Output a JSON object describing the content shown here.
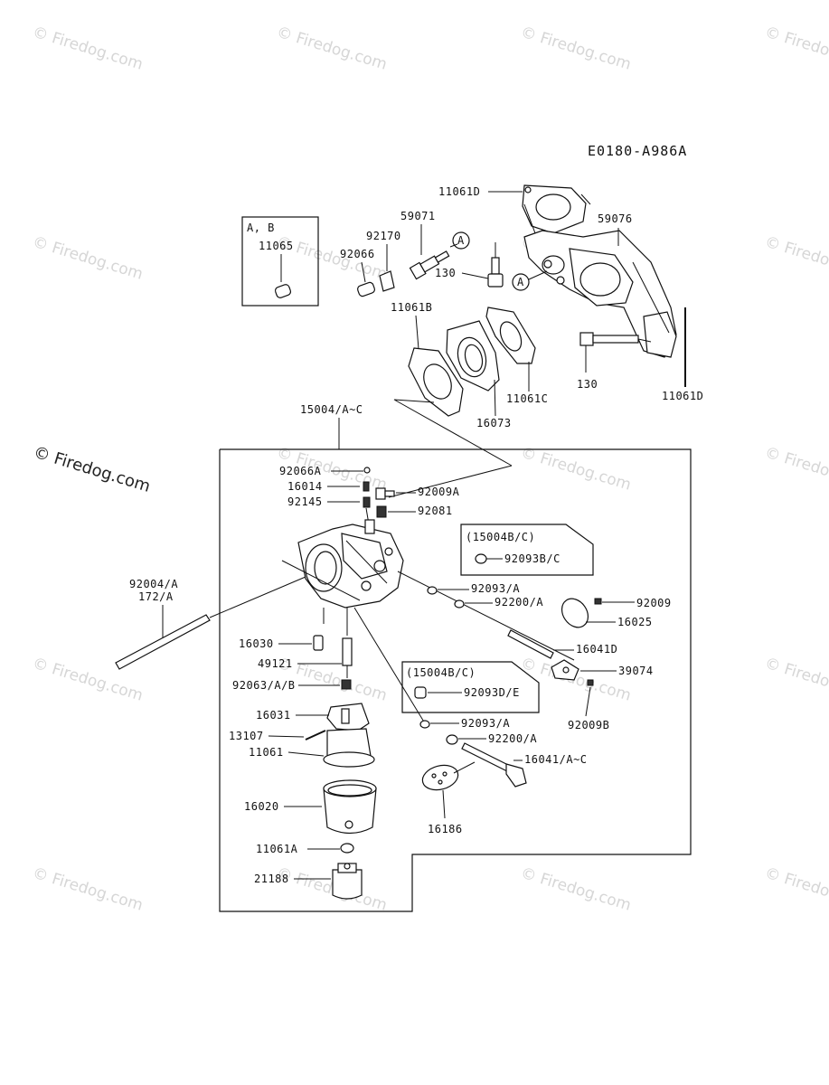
{
  "diagram_code": "E0180-A986A",
  "watermark": {
    "text": "© Firedog.com"
  },
  "inset_ab": {
    "title": "A, B",
    "part": "11065"
  },
  "inset_15004BC_top": {
    "title": "(15004B/C)",
    "part": "92093B/C"
  },
  "inset_15004BC_mid": {
    "title": "(15004B/C)",
    "part": "92093D/E"
  },
  "callout_letter": "A",
  "labels": {
    "p11061D_top": "11061D",
    "p59071": "59071",
    "p92170": "92170",
    "p92066": "92066",
    "p59076": "59076",
    "p130_upper": "130",
    "p11061B": "11061B",
    "p130_lower": "130",
    "p11061D_side": "11061D",
    "p11061C": "11061C",
    "p16073": "16073",
    "p15004": "15004/A~C",
    "p92066A": "92066A",
    "p16014": "16014",
    "p92145": "92145",
    "p92009A": "92009A",
    "p92081": "92081",
    "p92004": "92004/A",
    "p172": "172/A",
    "p92093A_1": "92093/A",
    "p92200A_1": "92200/A",
    "p92009": "92009",
    "p16025": "16025",
    "p16030": "16030",
    "p16041D": "16041D",
    "p49121": "49121",
    "p39074": "39074",
    "p92063": "92063/A/B",
    "p92009B": "92009B",
    "p16031": "16031",
    "p92093A_2": "92093/A",
    "p13107": "13107",
    "p92200A_2": "92200/A",
    "p11061": "11061",
    "p16041AC": "16041/A~C",
    "p16020": "16020",
    "p16186": "16186",
    "p11061A": "11061A",
    "p21188": "21188"
  }
}
